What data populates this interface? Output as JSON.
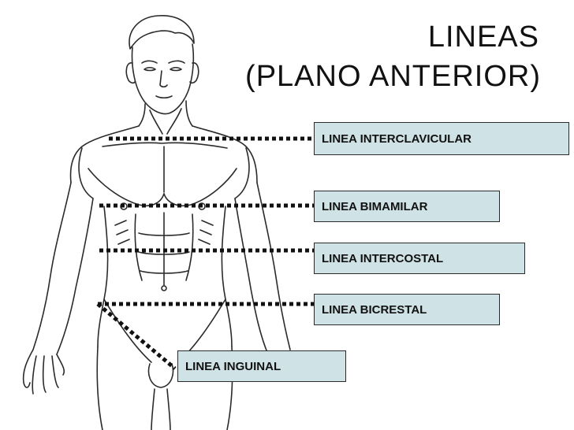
{
  "title": {
    "line1": "LINEAS",
    "line2": "(PLANO ANTERIOR)"
  },
  "labels": {
    "interclavicular": "LINEA INTERCLAVICULAR",
    "bimamilar": "LINEA BIMAMILAR",
    "intercostal": "LINEA INTERCOSTAL",
    "bicrestal": "LINEA BICRESTAL",
    "inguinal": "LINEA INGUINAL"
  },
  "colors": {
    "label_fill": "#cfe3e6",
    "line": "#111111"
  }
}
